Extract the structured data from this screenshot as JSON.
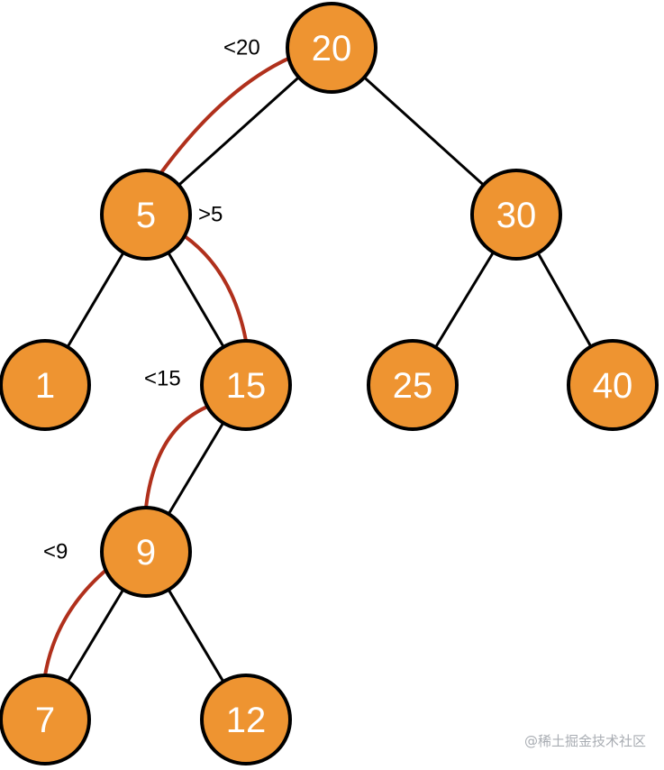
{
  "colors": {
    "node_fill": "#EE9431",
    "node_stroke": "#000000",
    "edge": "#000000",
    "search_path": "#B0301C"
  },
  "nodes": [
    {
      "id": "n20",
      "label": "20"
    },
    {
      "id": "n5",
      "label": "5"
    },
    {
      "id": "n30",
      "label": "30"
    },
    {
      "id": "n1",
      "label": "1"
    },
    {
      "id": "n15",
      "label": "15"
    },
    {
      "id": "n25",
      "label": "25"
    },
    {
      "id": "n40",
      "label": "40"
    },
    {
      "id": "n9",
      "label": "9"
    },
    {
      "id": "n7",
      "label": "7"
    },
    {
      "id": "n12",
      "label": "12"
    }
  ],
  "edges": [
    {
      "from": "n20",
      "to": "n5"
    },
    {
      "from": "n20",
      "to": "n30"
    },
    {
      "from": "n5",
      "to": "n1"
    },
    {
      "from": "n5",
      "to": "n15"
    },
    {
      "from": "n30",
      "to": "n25"
    },
    {
      "from": "n30",
      "to": "n40"
    },
    {
      "from": "n15",
      "to": "n9"
    },
    {
      "from": "n9",
      "to": "n7"
    },
    {
      "from": "n9",
      "to": "n12"
    }
  ],
  "search_path": [
    {
      "from": "n20",
      "to": "n5",
      "label": "<20"
    },
    {
      "from": "n5",
      "to": "n15",
      "label": ">5"
    },
    {
      "from": "n15",
      "to": "n9",
      "label": "<15"
    },
    {
      "from": "n9",
      "to": "n7",
      "label": "<9"
    }
  ],
  "watermark": "@稀土掘金技术社区"
}
